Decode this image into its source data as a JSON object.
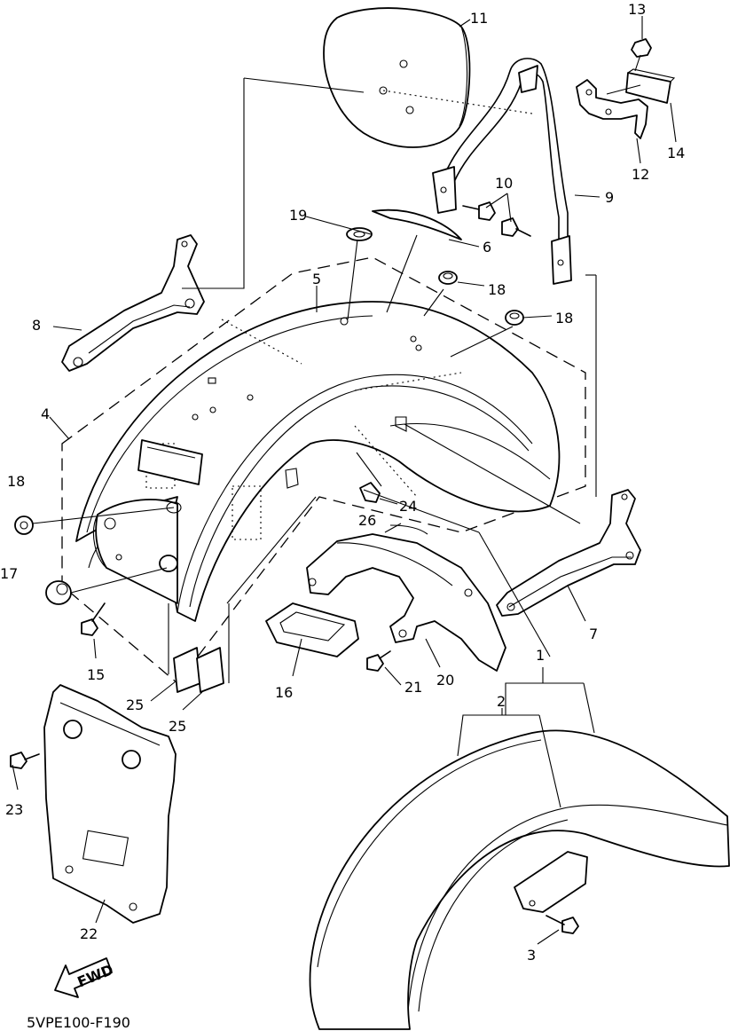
{
  "diagram_code": "5VPE100-F190",
  "fwd_label": "FWD",
  "callouts": [
    {
      "id": "c1",
      "label": "1"
    },
    {
      "id": "c2",
      "label": "2"
    },
    {
      "id": "c3",
      "label": "3"
    },
    {
      "id": "c4",
      "label": "4"
    },
    {
      "id": "c5",
      "label": "5"
    },
    {
      "id": "c6",
      "label": "6"
    },
    {
      "id": "c7",
      "label": "7"
    },
    {
      "id": "c8",
      "label": "8"
    },
    {
      "id": "c9",
      "label": "9"
    },
    {
      "id": "c10",
      "label": "10"
    },
    {
      "id": "c11",
      "label": "11"
    },
    {
      "id": "c12",
      "label": "12"
    },
    {
      "id": "c13",
      "label": "13"
    },
    {
      "id": "c14",
      "label": "14"
    },
    {
      "id": "c15",
      "label": "15"
    },
    {
      "id": "c16",
      "label": "16"
    },
    {
      "id": "c17",
      "label": "17"
    },
    {
      "id": "c18a",
      "label": "18"
    },
    {
      "id": "c18b",
      "label": "18"
    },
    {
      "id": "c18c",
      "label": "18"
    },
    {
      "id": "c19",
      "label": "19"
    },
    {
      "id": "c20",
      "label": "20"
    },
    {
      "id": "c21",
      "label": "21"
    },
    {
      "id": "c22",
      "label": "22"
    },
    {
      "id": "c23",
      "label": "23"
    },
    {
      "id": "c24",
      "label": "24"
    },
    {
      "id": "c25a",
      "label": "25"
    },
    {
      "id": "c25b",
      "label": "25"
    },
    {
      "id": "c26",
      "label": "26"
    }
  ]
}
